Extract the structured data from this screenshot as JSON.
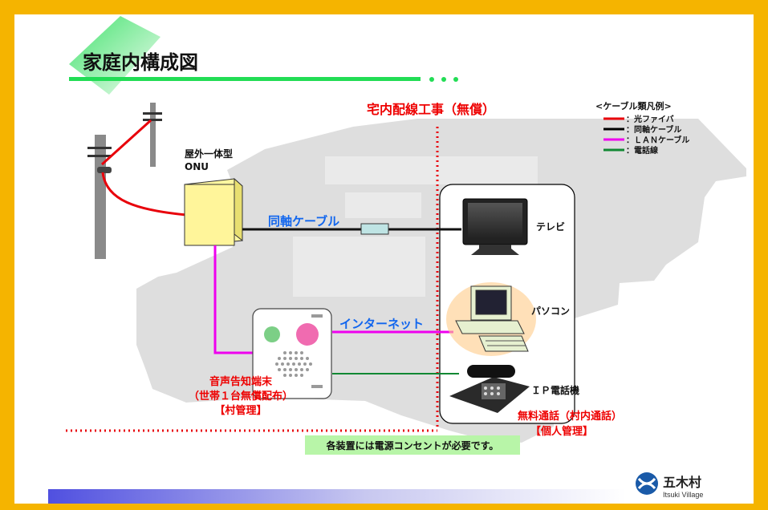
{
  "title": "家庭内構成図",
  "wiring_work": "宅内配線工事（無償）",
  "legend": {
    "title": "<ケーブル類凡例>",
    "items": [
      {
        "label": "：光ファイバ",
        "color": "#e8000a"
      },
      {
        "label": "：同軸ケーブル",
        "color": "#000000"
      },
      {
        "label": "：ＬＡＮケーブル",
        "color": "#ee00ee"
      },
      {
        "label": "：電話線",
        "color": "#118833"
      }
    ]
  },
  "onu": {
    "line1": "屋外一体型",
    "line2": "ONU"
  },
  "coax_label": "同軸ケーブル",
  "internet_label": "インターネット",
  "devices": {
    "tv": "テレビ",
    "pc": "パソコン",
    "phone": "ＩＰ電話機"
  },
  "terminal": {
    "line1": "音声告知端末",
    "line2": "（世帯１台無償配布）",
    "line3": "【村管理】"
  },
  "free_call": {
    "line1": "無料通話（村内通話）",
    "line2": "【個人管理】"
  },
  "power_notice": "各装置には電源コンセントが必要です。",
  "logo": {
    "name": "五木村",
    "sub": "Itsuki Village"
  },
  "colors": {
    "frame": "#f5b400",
    "accent_green": "#22dd55",
    "red_text": "#ee0000",
    "blue_text": "#1166ee",
    "house": "#dedede"
  }
}
